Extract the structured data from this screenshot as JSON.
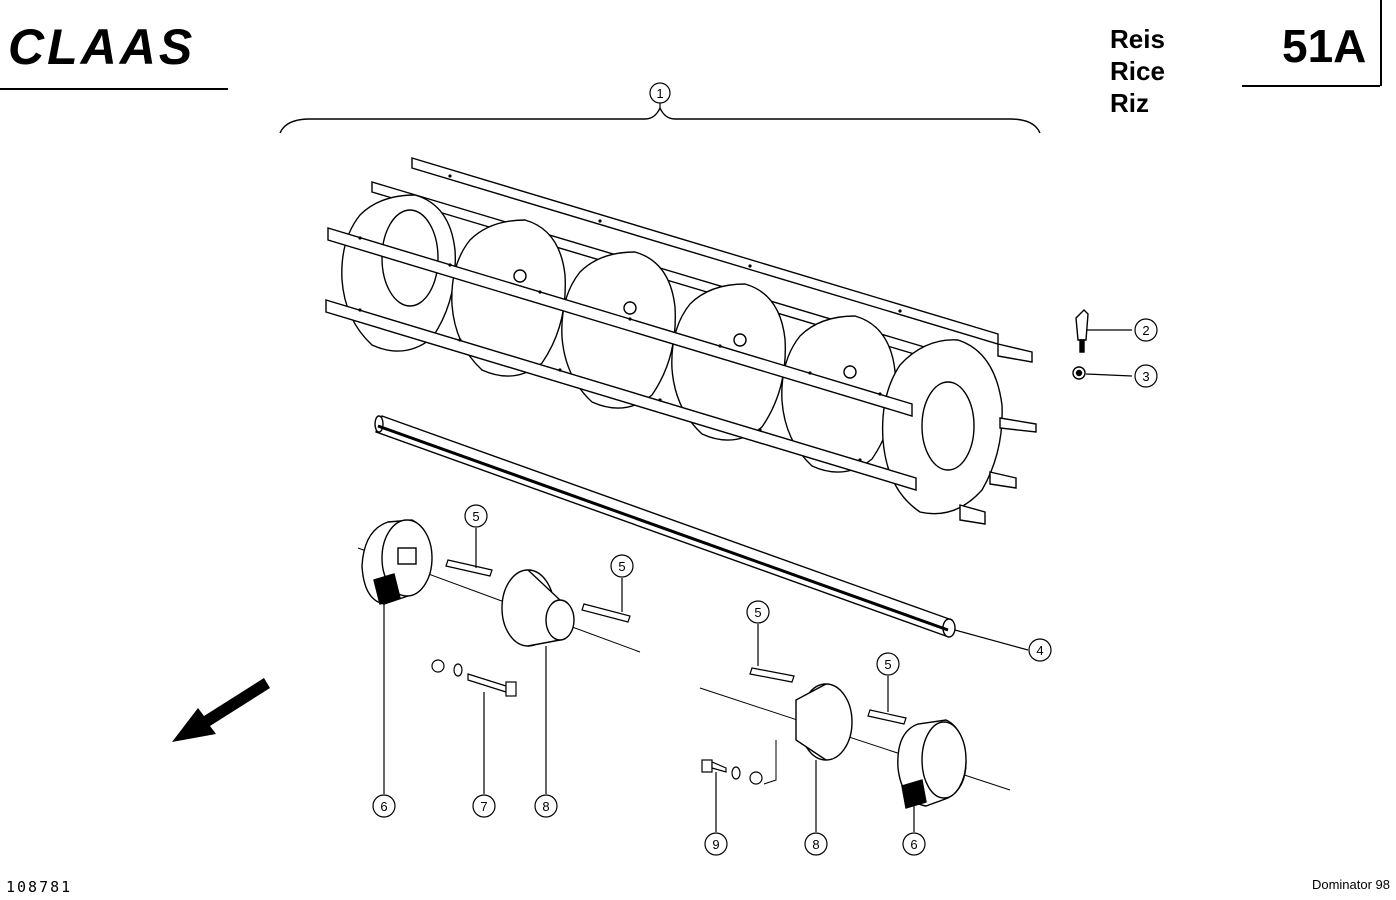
{
  "header": {
    "brand": "CLAAS",
    "languages": [
      "Reis",
      "Rice",
      "Riz"
    ],
    "page_code": "51A"
  },
  "footer": {
    "drawing_number": "108781",
    "model": "Dominator 98"
  },
  "callouts": {
    "c1": "1",
    "c2": "2",
    "c3": "3",
    "c4": "4",
    "c5a": "5",
    "c5b": "5",
    "c5c": "5",
    "c5d": "5",
    "c6a": "6",
    "c6b": "6",
    "c7": "7",
    "c8a": "8",
    "c8b": "8",
    "c9": "9"
  }
}
